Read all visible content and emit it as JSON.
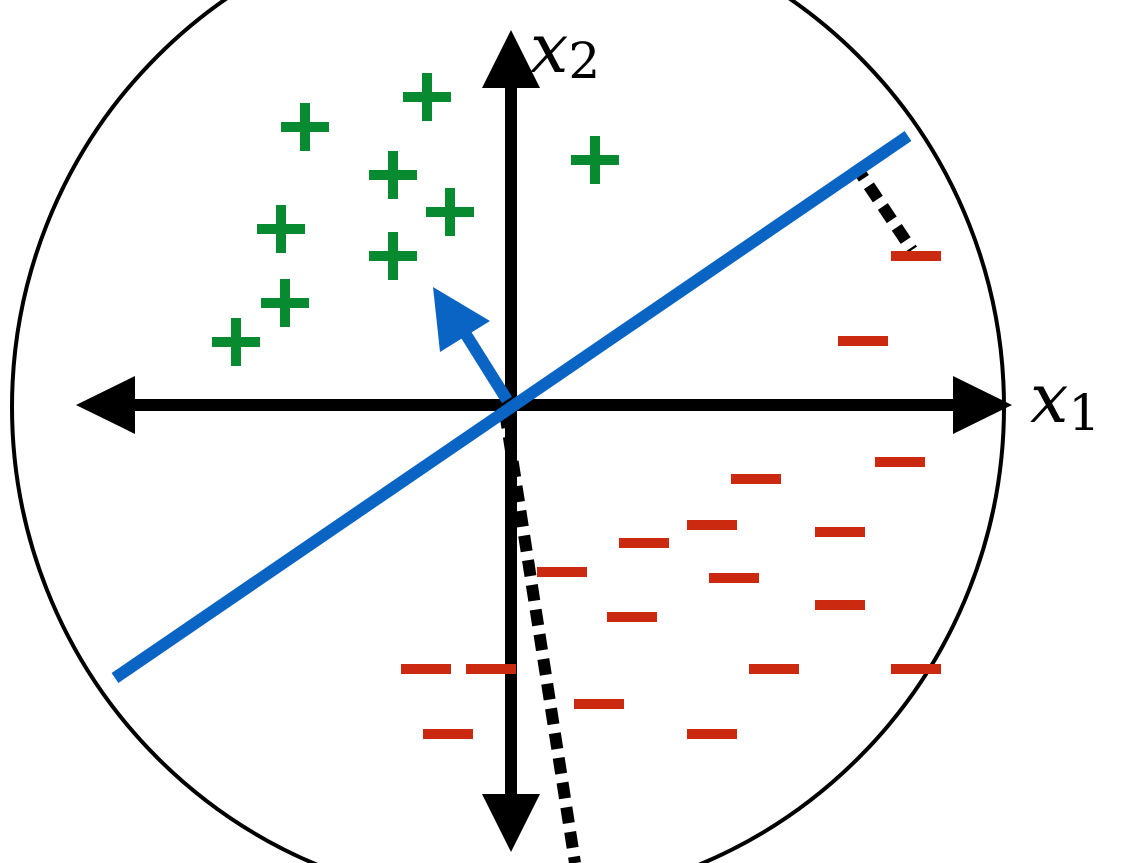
{
  "labels": {
    "x1_var": "x",
    "x1_sub": "1",
    "x2_var": "x",
    "x2_sub": "2"
  },
  "colors": {
    "axis": "#000000",
    "boundary": "#0a64c4",
    "normal_vector": "#0a64c4",
    "positive": "#078a30",
    "negative": "#cc2a10",
    "dotted": "#000000",
    "circle": "#000000"
  },
  "markers": {
    "positive_glyph": "+",
    "negative_glyph": "−"
  }
}
